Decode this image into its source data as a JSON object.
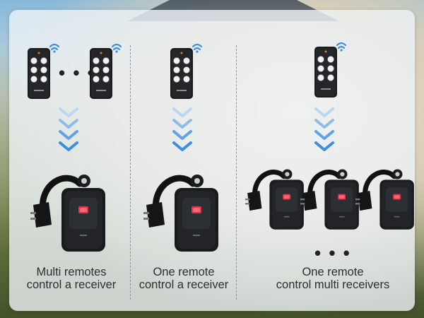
{
  "panels": [
    {
      "caption_line1": "Multi remotes",
      "caption_line2": "control a receiver"
    },
    {
      "caption_line1": "One remote",
      "caption_line2": "control a receiver"
    },
    {
      "caption_line1": "One remote",
      "caption_line2": "control multi receivers"
    }
  ],
  "ellipsis_remotes": "• • •",
  "ellipsis_receivers": "• • •",
  "colors": {
    "accent_blue": "#3b8ee0",
    "device_black": "#1a1b1d",
    "button_red": "#e0324a",
    "text": "#2b2f33"
  },
  "icons": [
    "remote-control-icon",
    "wifi-signal-icon",
    "chevron-down-icon",
    "outdoor-plug-receiver-icon"
  ]
}
